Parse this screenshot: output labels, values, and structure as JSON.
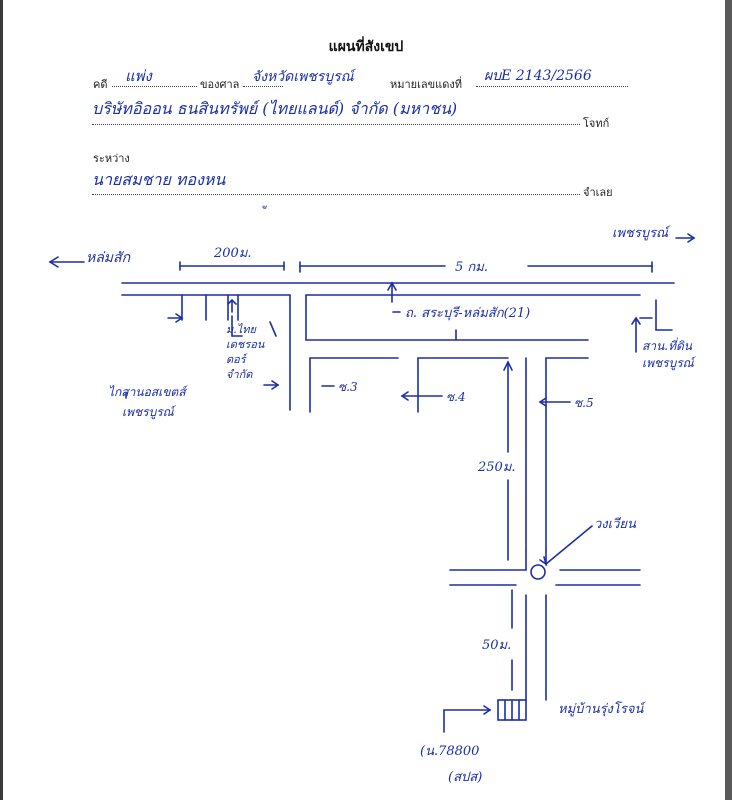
{
  "document": {
    "title": "แผนที่สังเขป",
    "labels": {
      "case": "คดี",
      "court": "ของศาล",
      "case_number": "หมายเลขแดงที่",
      "plaintiff": "โจทก์",
      "between": "ระหว่าง",
      "defendant": "จำเลย"
    },
    "handwritten": {
      "case_type": "แพ่ง",
      "court_name": "จังหวัดเพชรบูรณ์",
      "case_no": "ผบE 2143/2566",
      "plaintiff_name": "บริษัทอิออน ธนสินทรัพย์ (ไทยแลนด์) จำกัด (มหาชน)",
      "defendant_name": "นายสมชาย ทองหน",
      "defendant_suffix": "ู"
    }
  },
  "map": {
    "dir_left": "หล่มสัก",
    "dir_right": "เพชรบูรณ์",
    "dist_200": "200ม.",
    "dist_5km": "5 กม.",
    "highway": "ถ. สระบุรี-หล่มสัก(21)",
    "station": "ม.ไทย 1 เดชรอน ดอร์ จำกัด",
    "station_lines": [
      "ม.ไทย",
      "เดชรอน",
      "ดอร์",
      "จำกัด"
    ],
    "office_left": [
      "ไกสานอสเขตส์",
      "เพชรบูรณ์"
    ],
    "office_right": [
      "สาน.ที่ดิน",
      "เพชรบูรณ์"
    ],
    "alleys": [
      "ซ.3",
      "ซ.4",
      "ซ.5"
    ],
    "dist_250": "250ม.",
    "roundabout": "วงเวียน",
    "dist_50": "50ม.",
    "village": "หมู่บ้านรุ่งโรจน์",
    "deed": "(น.78800",
    "deed2": "(สปส)"
  }
}
